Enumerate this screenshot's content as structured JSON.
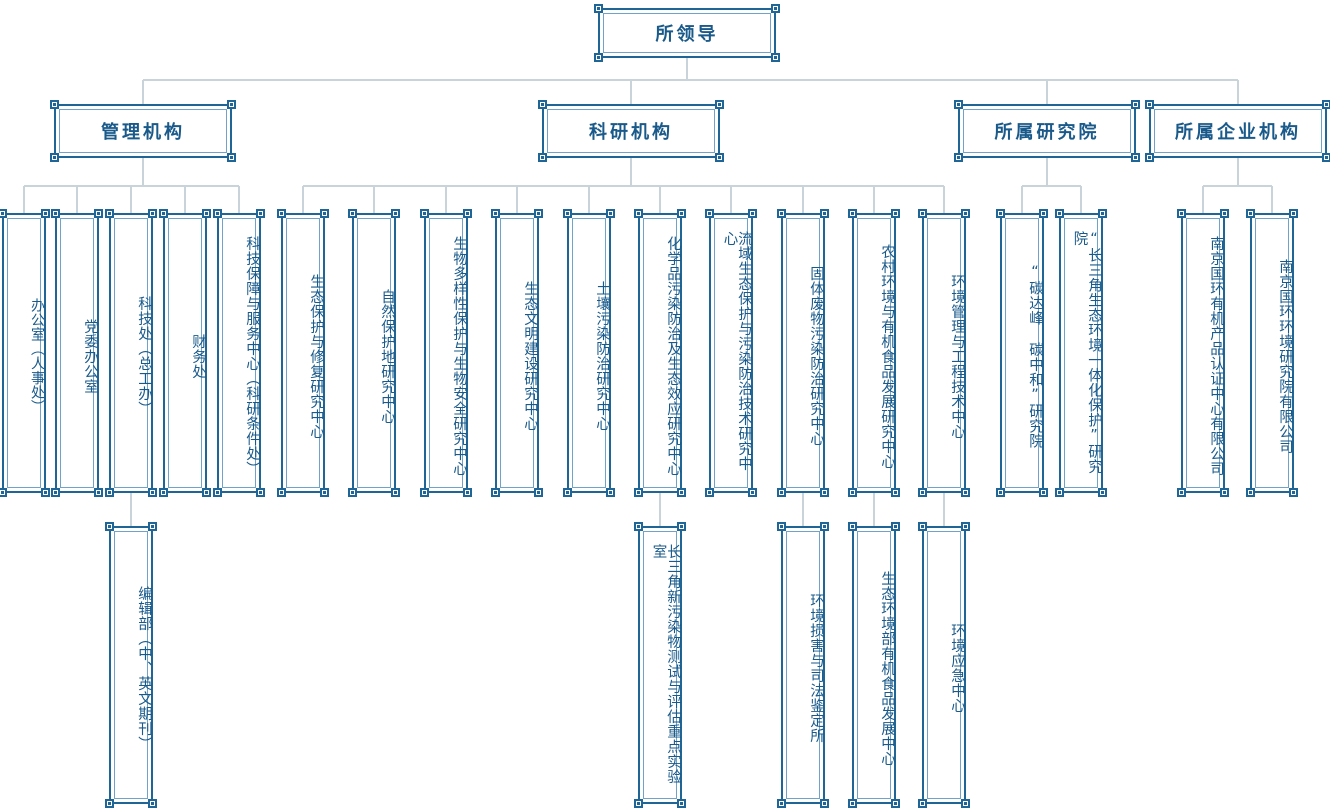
{
  "chart": {
    "root": "所领导",
    "level1": [
      {
        "key": "mgmt",
        "label": "管理机构"
      },
      {
        "key": "research",
        "label": "科研机构"
      },
      {
        "key": "institutes",
        "label": "所属研究院"
      },
      {
        "key": "enterprise",
        "label": "所属企业机构"
      }
    ],
    "mgmt_units": [
      "办公室（人事处）",
      "党委办公室",
      "科技处（总工办）",
      "财务处",
      "科技保障与服务中心（科研条件处）"
    ],
    "mgmt_sub": [
      "编辑部（中、英文期刊）"
    ],
    "research_units": [
      "生态保护与修复研究中心",
      "自然保护地研究中心",
      "生物多样性保护与生物安全研究中心",
      "生态文明建设研究中心",
      "土壤污染防治研究中心",
      "化学品污染防治及生态效应研究中心",
      "流域生态保护与污染防治技术研究中心",
      "固体废物污染防治研究中心",
      "农村环境与有机食品发展研究中心",
      "环境管理与工程技术中心"
    ],
    "research_sub": [
      "长三角新污染物测试与评估重点实验室",
      "环境损害与司法鉴定所",
      "生态环境部有机食品发展中心",
      "环境应急中心"
    ],
    "institute_units": [
      "“碳达峰 碳中和”研究院",
      "“长三角生态环境一体化保护”研究院"
    ],
    "enterprise_units": [
      "南京国环有机产品认证中心有限公司",
      "南京国环环境研究院有限公司"
    ]
  },
  "colors": {
    "primary": "#1f6696",
    "inner_border": "#6fa3c7",
    "connector": "#c9d3da",
    "text": "#1a5a8a"
  }
}
